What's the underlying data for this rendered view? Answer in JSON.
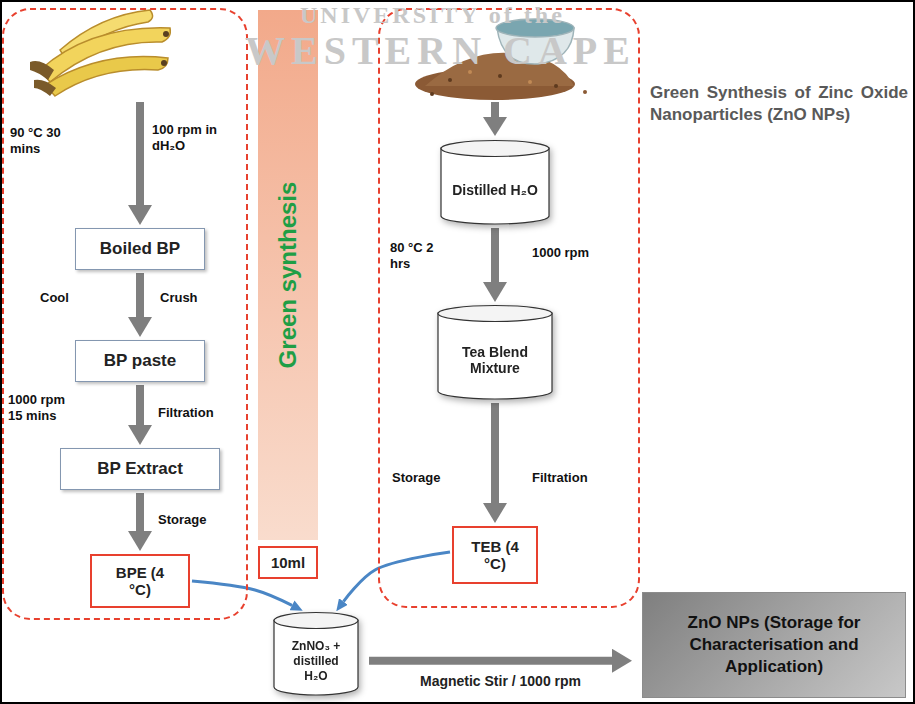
{
  "diagram": {
    "title": "Green Synthesis of Zinc Oxide Nanoparticles (ZnO NPs)",
    "nodes": [
      {
        "text": []
      },
      {
        "text": [
          "Boiled BP"
        ],
        "in": 0
      },
      {
        "text": [
          "BP paste"
        ],
        "in": 0
      },
      {
        "text": [
          "BP Extract"
        ],
        "in": 0
      },
      {
        "text": [
          "BPE (4 °C)"
        ],
        "in": 0
      },
      {
        "text": [
          "Green synthesis"
        ]
      },
      {
        "text": [
          "10ml"
        ]
      },
      {
        "text": []
      },
      {
        "text": [
          "Distilled H₂O"
        ],
        "in": 7
      },
      {
        "text": [
          "Tea Blend Mixture"
        ],
        "in": 7
      },
      {
        "text": [
          "TEB (4 °C)"
        ],
        "in": 7
      },
      {
        "text": [
          "ZnNO₃ + distilled H₂O"
        ]
      },
      {
        "text": [
          "ZnO NPs (Storage for Characterisation and Application)"
        ]
      }
    ],
    "edges": [
      {
        "from": 1,
        "to": 2,
        "arrow": "to"
      },
      {
        "from": 2,
        "to": 3,
        "arrow": "to"
      },
      {
        "from": 3,
        "to": 4,
        "arrow": "to"
      },
      {
        "from": 4,
        "to": 11,
        "arrow": "to"
      },
      {
        "from": 8,
        "to": 9,
        "arrow": "to"
      },
      {
        "from": 9,
        "to": 10,
        "arrow": "to"
      },
      {
        "from": 10,
        "to": 11,
        "arrow": "to"
      },
      {
        "from": 11,
        "to": 12,
        "label": "Magnetic Stir / 1000 rpm",
        "arrow": "to"
      }
    ],
    "labels": [
      "UNIVERSITY of the",
      "WESTERN CAPE",
      "90 °C 30 mins",
      "100 rpm in dH₂O",
      "Cool",
      "Crush",
      "1000 rpm 15 mins",
      "Filtration",
      "Storage",
      "80 °C 2 hrs",
      "1000 rpm",
      "Storage",
      "Filtration"
    ]
  }
}
